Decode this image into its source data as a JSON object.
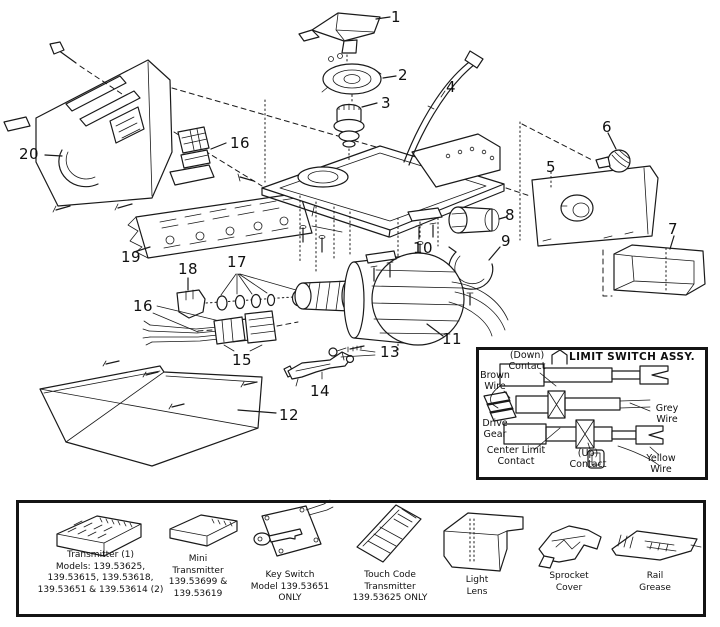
{
  "palette": {
    "ink": "#1a1a1a",
    "paper": "#ffffff"
  },
  "callouts": {
    "1": "1",
    "2": "2",
    "3": "3",
    "4": "4",
    "5": "5",
    "6": "6",
    "7": "7",
    "8": "8",
    "9": "9",
    "10": "10",
    "11": "11",
    "12": "12",
    "13": "13",
    "14": "14",
    "15": "15",
    "16": "16",
    "17": "17",
    "18": "18",
    "19": "19",
    "20": "20"
  },
  "inset": {
    "title": "LIMIT SWITCH ASSY.",
    "labels": {
      "down_contact": "(Down)\nContact",
      "brown_wire": "Brown\nWire",
      "grey_wire": "Grey\nWire",
      "drive_gear": "Drive\nGear",
      "center_limit_contact": "Center Limit\nContact",
      "up_contact": "(Up)\nContact",
      "yellow_wire": "Yellow\nWire"
    }
  },
  "legend": {
    "transmitter": "Transmitter (1)\nModels: 139.53625,\n139.53615, 139.53618,\n139.53651 & 139.53614 (2)",
    "mini_transmitter": "Mini\nTransmitter\n139.53699 &\n139.53619",
    "key_switch": "Key Switch\nModel 139.53651\nONLY",
    "touch_code": "Touch Code\nTransmitter\n139.53625 ONLY",
    "light_lens": "Light\nLens",
    "sprocket_cover": "Sprocket\nCover",
    "rail_grease": "Rail\nGrease"
  }
}
